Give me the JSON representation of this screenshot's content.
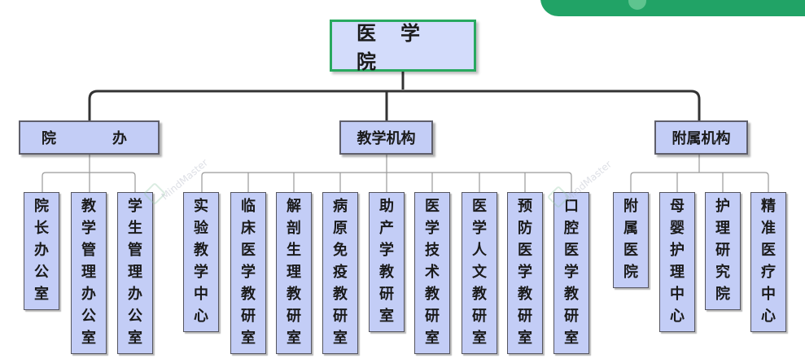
{
  "root": "医学院",
  "departments": [
    {
      "key": "yuanban",
      "label": "院办",
      "children": [
        "院长办公室",
        "教学管理办公室",
        "学生管理办公室"
      ]
    },
    {
      "key": "jiaoxue",
      "label": "教学机构",
      "children": [
        "实验教学中心",
        "临床医学教研室",
        "解剖生理教研室",
        "病原免疫教研室",
        "助产学教研室",
        "医学技术教研室",
        "医学人文教研室",
        "预防医学教研室",
        "口腔医学教研室"
      ]
    },
    {
      "key": "fushu",
      "label": "附属机构",
      "children": [
        "附属医院",
        "母婴护理中心",
        "护理研究院",
        "精准医疗中心"
      ]
    }
  ],
  "watermark": "MindMaster",
  "colors": {
    "box_fill": "#c3cdf6",
    "root_fill": "#d3dcfb",
    "root_border": "#28a95f",
    "connector": "#333333",
    "leaf_connector": "#9a9a9a",
    "accent_tab": "#21a366"
  }
}
